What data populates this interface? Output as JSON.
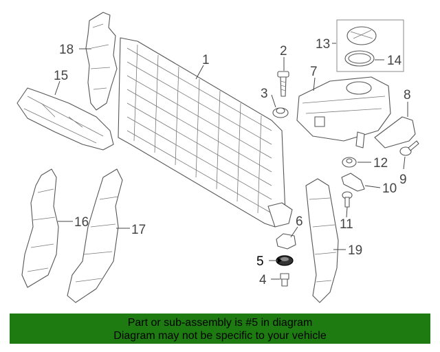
{
  "callouts": {
    "c1": "1",
    "c2": "2",
    "c3": "3",
    "c4": "4",
    "c5": "5",
    "c6": "6",
    "c7": "7",
    "c8": "8",
    "c9": "9",
    "c10": "10",
    "c11": "11",
    "c12": "12",
    "c13": "13",
    "c14": "14",
    "c15": "15",
    "c16": "16",
    "c17": "17",
    "c18": "18",
    "c19": "19"
  },
  "highlighted_part": "5",
  "banner": {
    "line1": "Part or sub-assembly is #5 in diagram",
    "line2": "Diagram may not be specific to your vehicle",
    "color": "#1d7b12"
  }
}
